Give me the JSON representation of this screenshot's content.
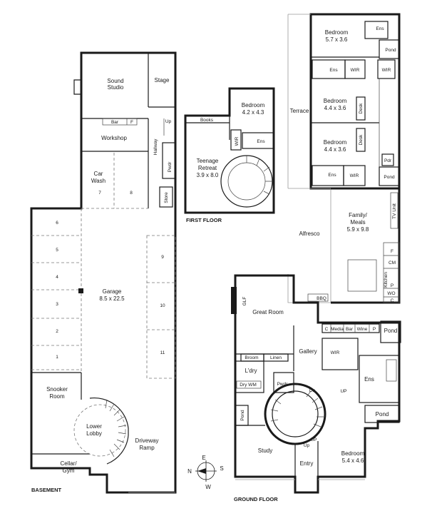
{
  "basement": {
    "label": "BASEMENT",
    "rooms": {
      "sound_studio_1": "Sound",
      "sound_studio_2": "Studio",
      "stage": "Stage",
      "bar": "Bar",
      "f": "F",
      "up": "Up",
      "workshop": "Workshop",
      "hallway": "Hallway",
      "pwdr": "Pwdr",
      "car_wash_1": "Car",
      "car_wash_2": "Wash",
      "store": "Store",
      "garage_name": "Garage",
      "garage_size": "8.5 x 22.5",
      "snooker_1": "Snooker",
      "snooker_2": "Room",
      "lower_lobby_1": "Lower",
      "lower_lobby_2": "Lobby",
      "cellar_1": "Cellar/",
      "cellar_2": "Gym",
      "ramp_1": "Driveway",
      "ramp_2": "Ramp"
    },
    "bays": [
      "1",
      "2",
      "3",
      "4",
      "5",
      "6",
      "7",
      "8",
      "9",
      "10",
      "11"
    ]
  },
  "first_floor": {
    "label": "FIRST FLOOR",
    "rooms": {
      "books": "Books",
      "bedroom": "Bedroom",
      "bedroom_size": "4.2 x 4.3",
      "wir": "WIR",
      "ens": "Ens",
      "teen_1": "Teenage",
      "teen_2": "Retreat",
      "teen_size": "3.9 x 8.0"
    }
  },
  "ground_floor": {
    "label": "GROUND FLOOR",
    "rooms": {
      "bed1": "Bedroom",
      "bed1_size": "5.7 x 3.6",
      "ens_a": "Ens",
      "pond_a": "Pond",
      "ens_b": "Ens",
      "wir_b": "WIR",
      "wir_c": "WIR",
      "bed2": "Bedroom",
      "bed2_size": "4.4 x 3.6",
      "desk_a": "Desk",
      "terrace": "Terrace",
      "bed3": "Bedroom",
      "bed3_size": "4.4 x 3.6",
      "desk_b": "Desk",
      "pdr": "Pdr",
      "ens_c": "Ens",
      "wir_d": "WIR",
      "pond_b": "Pond",
      "family_1": "Family/",
      "family_2": "Meals",
      "family_size": "5.9 x 9.8",
      "tv_unit": "TV Unit",
      "f": "F",
      "cm": "CM",
      "p": "P",
      "wo": "WO",
      "c": "C",
      "kitchen": "Kitchen",
      "alfresco": "Alfresco",
      "bbq": "BBQ",
      "glf": "GLF",
      "great_room": "Great Room",
      "c2": "C",
      "media": "Media",
      "bar": "Bar",
      "wine": "Wine",
      "p2": "P",
      "pond_c": "Pond",
      "wir_e": "WIR",
      "gallery": "Gallery",
      "broom": "Broom",
      "linen": "Linen",
      "ldry": "L'dry",
      "dry_wm": "Dry WM",
      "pwdr": "Pwdr",
      "ens_d": "Ens",
      "dn": "Dn",
      "up1": "UP",
      "up2": "UP",
      "pond_d": "Pond",
      "pond_e": "Pond",
      "study": "Study",
      "up3": "Up",
      "entry": "Entry",
      "main_bed": "Bedroom",
      "main_bed_size": "5.4 x 4.6"
    }
  },
  "compass": {
    "n": "N",
    "e": "E",
    "s": "S",
    "w": "W"
  }
}
